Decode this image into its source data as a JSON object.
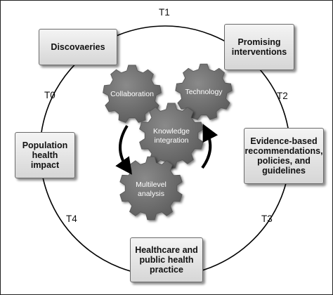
{
  "boxes": {
    "discoveries": "Discovaeries",
    "promising": [
      "Promising",
      "interventions"
    ],
    "evidence": [
      "Evidence-based",
      "recommendations,",
      "policies, and",
      "guidelines"
    ],
    "population": [
      "Population",
      "health",
      "impact"
    ],
    "healthcare": [
      "Healthcare and",
      "public health",
      "practice"
    ]
  },
  "stages": {
    "t0": "T0",
    "t1": "T1",
    "t2": "T2",
    "t3": "T3",
    "t4": "T4"
  },
  "gears": {
    "collaboration": "Collaboration",
    "technology": "Technology",
    "knowledge": [
      "Knowledge",
      "integration"
    ],
    "multilevel": [
      "Multilevel",
      "analysis"
    ]
  },
  "colors": {
    "gear": "#6e6e6e",
    "gear_shadow": "#3c3c3c",
    "circle": "#000000"
  }
}
